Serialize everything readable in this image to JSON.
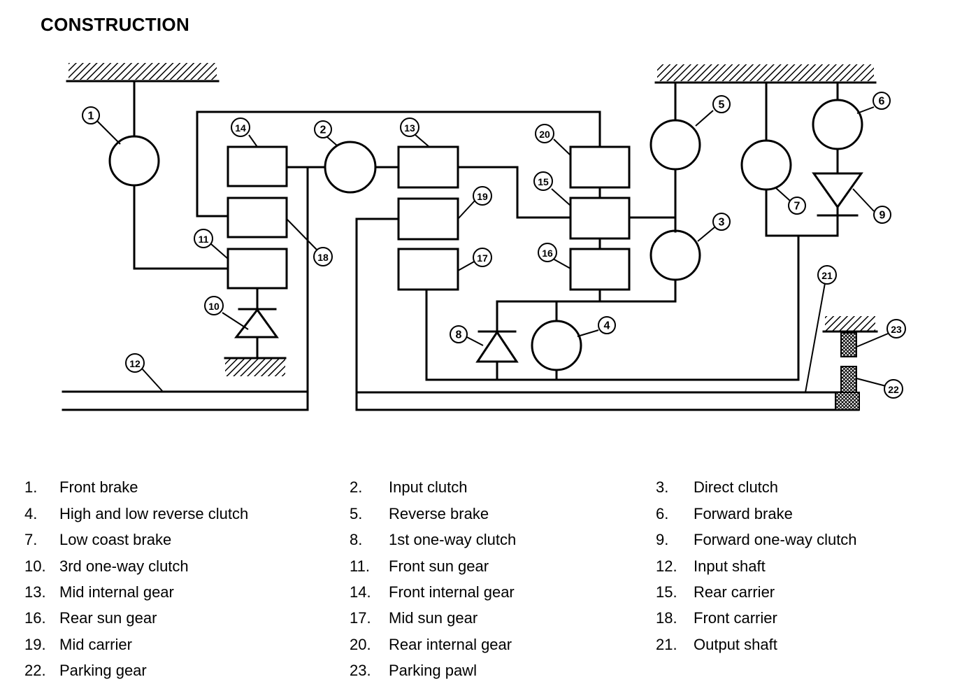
{
  "title": "CONSTRUCTION",
  "callouts": [
    "1",
    "2",
    "3",
    "4",
    "5",
    "6",
    "7",
    "8",
    "9",
    "10",
    "11",
    "12",
    "13",
    "14",
    "15",
    "16",
    "17",
    "18",
    "19",
    "20",
    "21",
    "22",
    "23"
  ],
  "legend": [
    {
      "num": "1.",
      "label": "Front brake"
    },
    {
      "num": "2.",
      "label": "Input clutch"
    },
    {
      "num": "3.",
      "label": "Direct clutch"
    },
    {
      "num": "4.",
      "label": "High and low reverse clutch"
    },
    {
      "num": "5.",
      "label": "Reverse brake"
    },
    {
      "num": "6.",
      "label": "Forward brake"
    },
    {
      "num": "7.",
      "label": "Low coast brake"
    },
    {
      "num": "8.",
      "label": "1st one-way clutch"
    },
    {
      "num": "9.",
      "label": "Forward one-way clutch"
    },
    {
      "num": "10.",
      "label": "3rd one-way clutch"
    },
    {
      "num": "11.",
      "label": "Front sun gear"
    },
    {
      "num": "12.",
      "label": "Input shaft"
    },
    {
      "num": "13.",
      "label": "Mid internal gear"
    },
    {
      "num": "14.",
      "label": "Front internal gear"
    },
    {
      "num": "15.",
      "label": "Rear carrier"
    },
    {
      "num": "16.",
      "label": "Rear sun gear"
    },
    {
      "num": "17.",
      "label": "Mid sun gear"
    },
    {
      "num": "18.",
      "label": "Front carrier"
    },
    {
      "num": "19.",
      "label": "Mid carrier"
    },
    {
      "num": "20.",
      "label": "Rear internal gear"
    },
    {
      "num": "21.",
      "label": "Output shaft"
    },
    {
      "num": "22.",
      "label": "Parking gear"
    },
    {
      "num": "23.",
      "label": "Parking pawl"
    }
  ]
}
